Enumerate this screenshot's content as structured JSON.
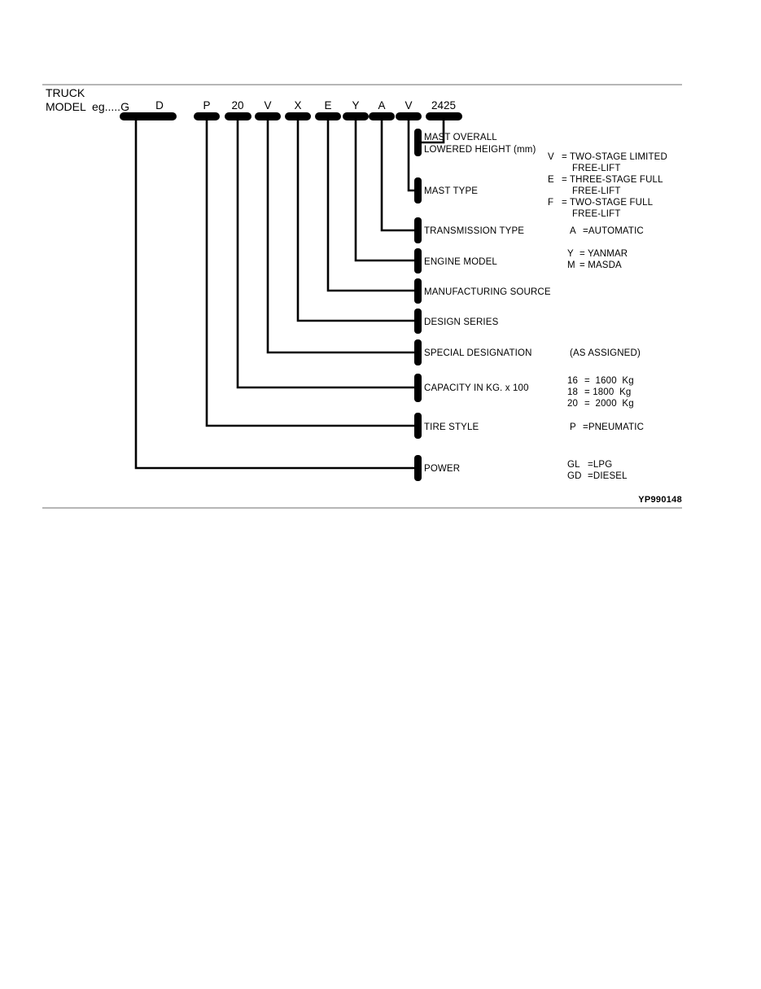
{
  "figure": {
    "header_line1": "TRUCK",
    "header_line2": "MODEL  eg.....G",
    "footer_id": "YP990148"
  },
  "model_code": {
    "characters": [
      "G",
      "D",
      "P",
      "20",
      "V",
      "X",
      "E",
      "Y",
      "A",
      "V",
      "2425"
    ]
  },
  "entries": [
    {
      "code": "2425",
      "label_line1": "MAST OVERALL",
      "label_line2": "LOWERED HEIGHT (mm)",
      "legend": []
    },
    {
      "code": "V",
      "label_line1": "MAST TYPE",
      "label_line2": "",
      "legend": [
        {
          "key": "V",
          "eq": "= TWO-STAGE LIMITED",
          "cont": "FREE-LIFT"
        },
        {
          "key": "E",
          "eq": "= THREE-STAGE FULL",
          "cont": "FREE-LIFT"
        },
        {
          "key": "F",
          "eq": "= TWO-STAGE FULL",
          "cont": "FREE-LIFT"
        }
      ]
    },
    {
      "code": "A",
      "label_line1": "TRANSMISSION TYPE",
      "label_line2": "",
      "legend": [
        {
          "key": "A",
          "eq": "=AUTOMATIC",
          "cont": ""
        }
      ]
    },
    {
      "code": "Y",
      "label_line1": "ENGINE MODEL",
      "label_line2": "",
      "legend": [
        {
          "key": "Y",
          "eq": "= YANMAR",
          "cont": ""
        },
        {
          "key": "M",
          "eq": "= MASDA",
          "cont": ""
        }
      ]
    },
    {
      "code": "E",
      "label_line1": "MANUFACTURING SOURCE",
      "label_line2": "",
      "legend": []
    },
    {
      "code": "X",
      "label_line1": "DESIGN SERIES",
      "label_line2": "",
      "legend": []
    },
    {
      "code": "V",
      "label_line1": "SPECIAL DESIGNATION",
      "label_line2": "",
      "legend": [
        {
          "key": "",
          "eq": "(AS ASSIGNED)",
          "cont": ""
        }
      ]
    },
    {
      "code": "20",
      "label_line1": "CAPACITY IN KG. x 100",
      "label_line2": "",
      "legend": [
        {
          "key": "16",
          "eq": "=  1600  Kg",
          "cont": ""
        },
        {
          "key": "18",
          "eq": "= 1800  Kg",
          "cont": ""
        },
        {
          "key": "20",
          "eq": "=  2000  Kg",
          "cont": ""
        }
      ]
    },
    {
      "code": "P",
      "label_line1": "TIRE STYLE",
      "label_line2": "",
      "legend": [
        {
          "key": "P",
          "eq": "=PNEUMATIC",
          "cont": ""
        }
      ]
    },
    {
      "code": "GD",
      "label_line1": "POWER",
      "label_line2": "",
      "legend": [
        {
          "key": "GL",
          "eq": "=LPG",
          "cont": ""
        },
        {
          "key": "GD",
          "eq": "=DIESEL",
          "cont": ""
        }
      ]
    }
  ],
  "text": {
    "c0": "G",
    "c1": "D",
    "c2": "P",
    "c3": "20",
    "c4": "V",
    "c5": "X",
    "c6": "E",
    "c7": "Y",
    "c8": "A",
    "c9": "V",
    "c10": "2425",
    "l0a": "MAST OVERALL",
    "l0b": "LOWERED HEIGHT (mm)",
    "l1": "MAST TYPE",
    "l2": "TRANSMISSION TYPE",
    "l3": "ENGINE MODEL",
    "l4": "MANUFACTURING SOURCE",
    "l5": "DESIGN SERIES",
    "l6": "SPECIAL DESIGNATION",
    "l7": "CAPACITY IN KG. x 100",
    "l8": "TIRE STYLE",
    "l9": "POWER",
    "mk0": "V",
    "me0": "= TWO-STAGE LIMITED",
    "mc0": "FREE-LIFT",
    "mk1": "E",
    "me1": "= THREE-STAGE FULL",
    "mc1": "FREE-LIFT",
    "mk2": "F",
    "me2": "= TWO-STAGE FULL",
    "mc2": "FREE-LIFT",
    "tk0": "A",
    "te0": "=AUTOMATIC",
    "ek0": "Y",
    "ee0": "= YANMAR",
    "ek1": "M",
    "ee1": "= MASDA",
    "sd0": "(AS ASSIGNED)",
    "ck0": "16",
    "ce0": "=  1600  Kg",
    "ck1": "18",
    "ce1": "= 1800  Kg",
    "ck2": "20",
    "ce2": "=  2000  Kg",
    "tsk0": "P",
    "tse0": "=PNEUMATIC",
    "pk0": "GL",
    "pe0": "=LPG",
    "pk1": "GD",
    "pe1": "=DIESEL"
  }
}
